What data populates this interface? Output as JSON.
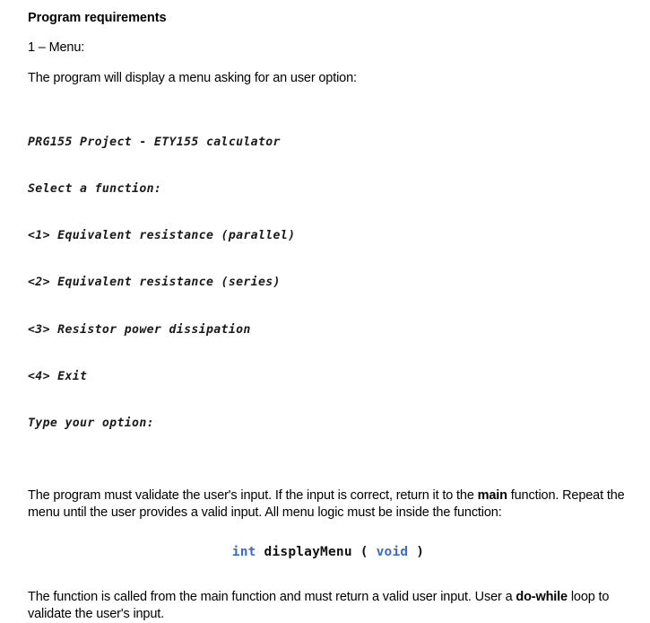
{
  "document": {
    "heading": "Program requirements",
    "section_label": "1 – Menu:",
    "intro_paragraph": "The program will display a menu asking for an user option:",
    "menu_code": {
      "lines": [
        "PRG155 Project - ETY155 calculator",
        "Select a function:",
        "<1> Equivalent resistance (parallel)",
        "<2> Equivalent resistance (series)",
        "<3> Resistor power dissipation",
        "<4> Exit",
        "Type your option:"
      ]
    },
    "validate_paragraph": {
      "part1": "The program must validate the user's input. If the input is correct, return it to the ",
      "bold1": "main",
      "part2": " function. Repeat the menu until the user provides a valid input. All menu logic must be inside the function:"
    },
    "function_signature": {
      "return_type": "int",
      "name": "displayMenu",
      "open_paren": "(",
      "param": "void",
      "close_paren": ")",
      "keyword_color": "#3b6ccc",
      "identifier_color": "#111111"
    },
    "closing_paragraph": {
      "part1": "The function is called from the main function and must return a valid user input. User a ",
      "bold1": "do-while",
      "part2": " loop to validate the user's input."
    }
  }
}
